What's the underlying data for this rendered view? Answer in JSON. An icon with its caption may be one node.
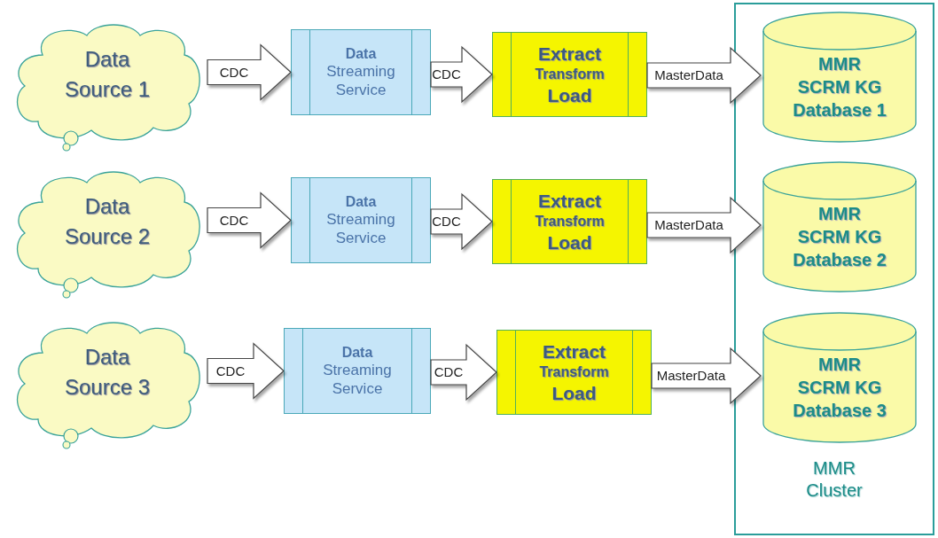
{
  "diagram": {
    "nodes": [
      {
        "text": [
          "MMR Cluster"
        ]
      },
      {
        "text": [
          "Data Source 1"
        ]
      },
      {
        "text": [
          "Data",
          "Streaming Service"
        ]
      },
      {
        "text": [
          "Extract",
          "Transform",
          "Load"
        ]
      },
      {
        "text": [
          "MMR SCRM KG Database 1"
        ],
        "in": 0
      },
      {
        "text": [
          "Data Source 2"
        ]
      },
      {
        "text": [
          "Data",
          "Streaming Service"
        ]
      },
      {
        "text": [
          "Extract",
          "Transform",
          "Load"
        ]
      },
      {
        "text": [
          "MMR SCRM KG Database 2"
        ],
        "in": 0
      },
      {
        "text": [
          "Data Source 3"
        ]
      },
      {
        "text": [
          "Data",
          "Streaming Service"
        ]
      },
      {
        "text": [
          "Extract",
          "Transform",
          "Load"
        ]
      },
      {
        "text": [
          "MMR SCRM KG Database 3"
        ],
        "in": 0
      }
    ],
    "edges": [
      {
        "from": 1,
        "to": 2,
        "arrow": "to",
        "label": "CDC"
      },
      {
        "from": 2,
        "to": 3,
        "arrow": "to",
        "label": "CDC"
      },
      {
        "from": 3,
        "to": 4,
        "arrow": "to",
        "label": "MasterData"
      },
      {
        "from": 5,
        "to": 6,
        "arrow": "to",
        "label": "CDC"
      },
      {
        "from": 6,
        "to": 7,
        "arrow": "to",
        "label": "CDC"
      },
      {
        "from": 7,
        "to": 8,
        "arrow": "to",
        "label": "MasterData"
      },
      {
        "from": 9,
        "to": 10,
        "arrow": "to",
        "label": "CDC"
      },
      {
        "from": 10,
        "to": 11,
        "arrow": "to",
        "label": "CDC"
      },
      {
        "from": 11,
        "to": 12,
        "arrow": "to",
        "label": "MasterData"
      }
    ]
  }
}
